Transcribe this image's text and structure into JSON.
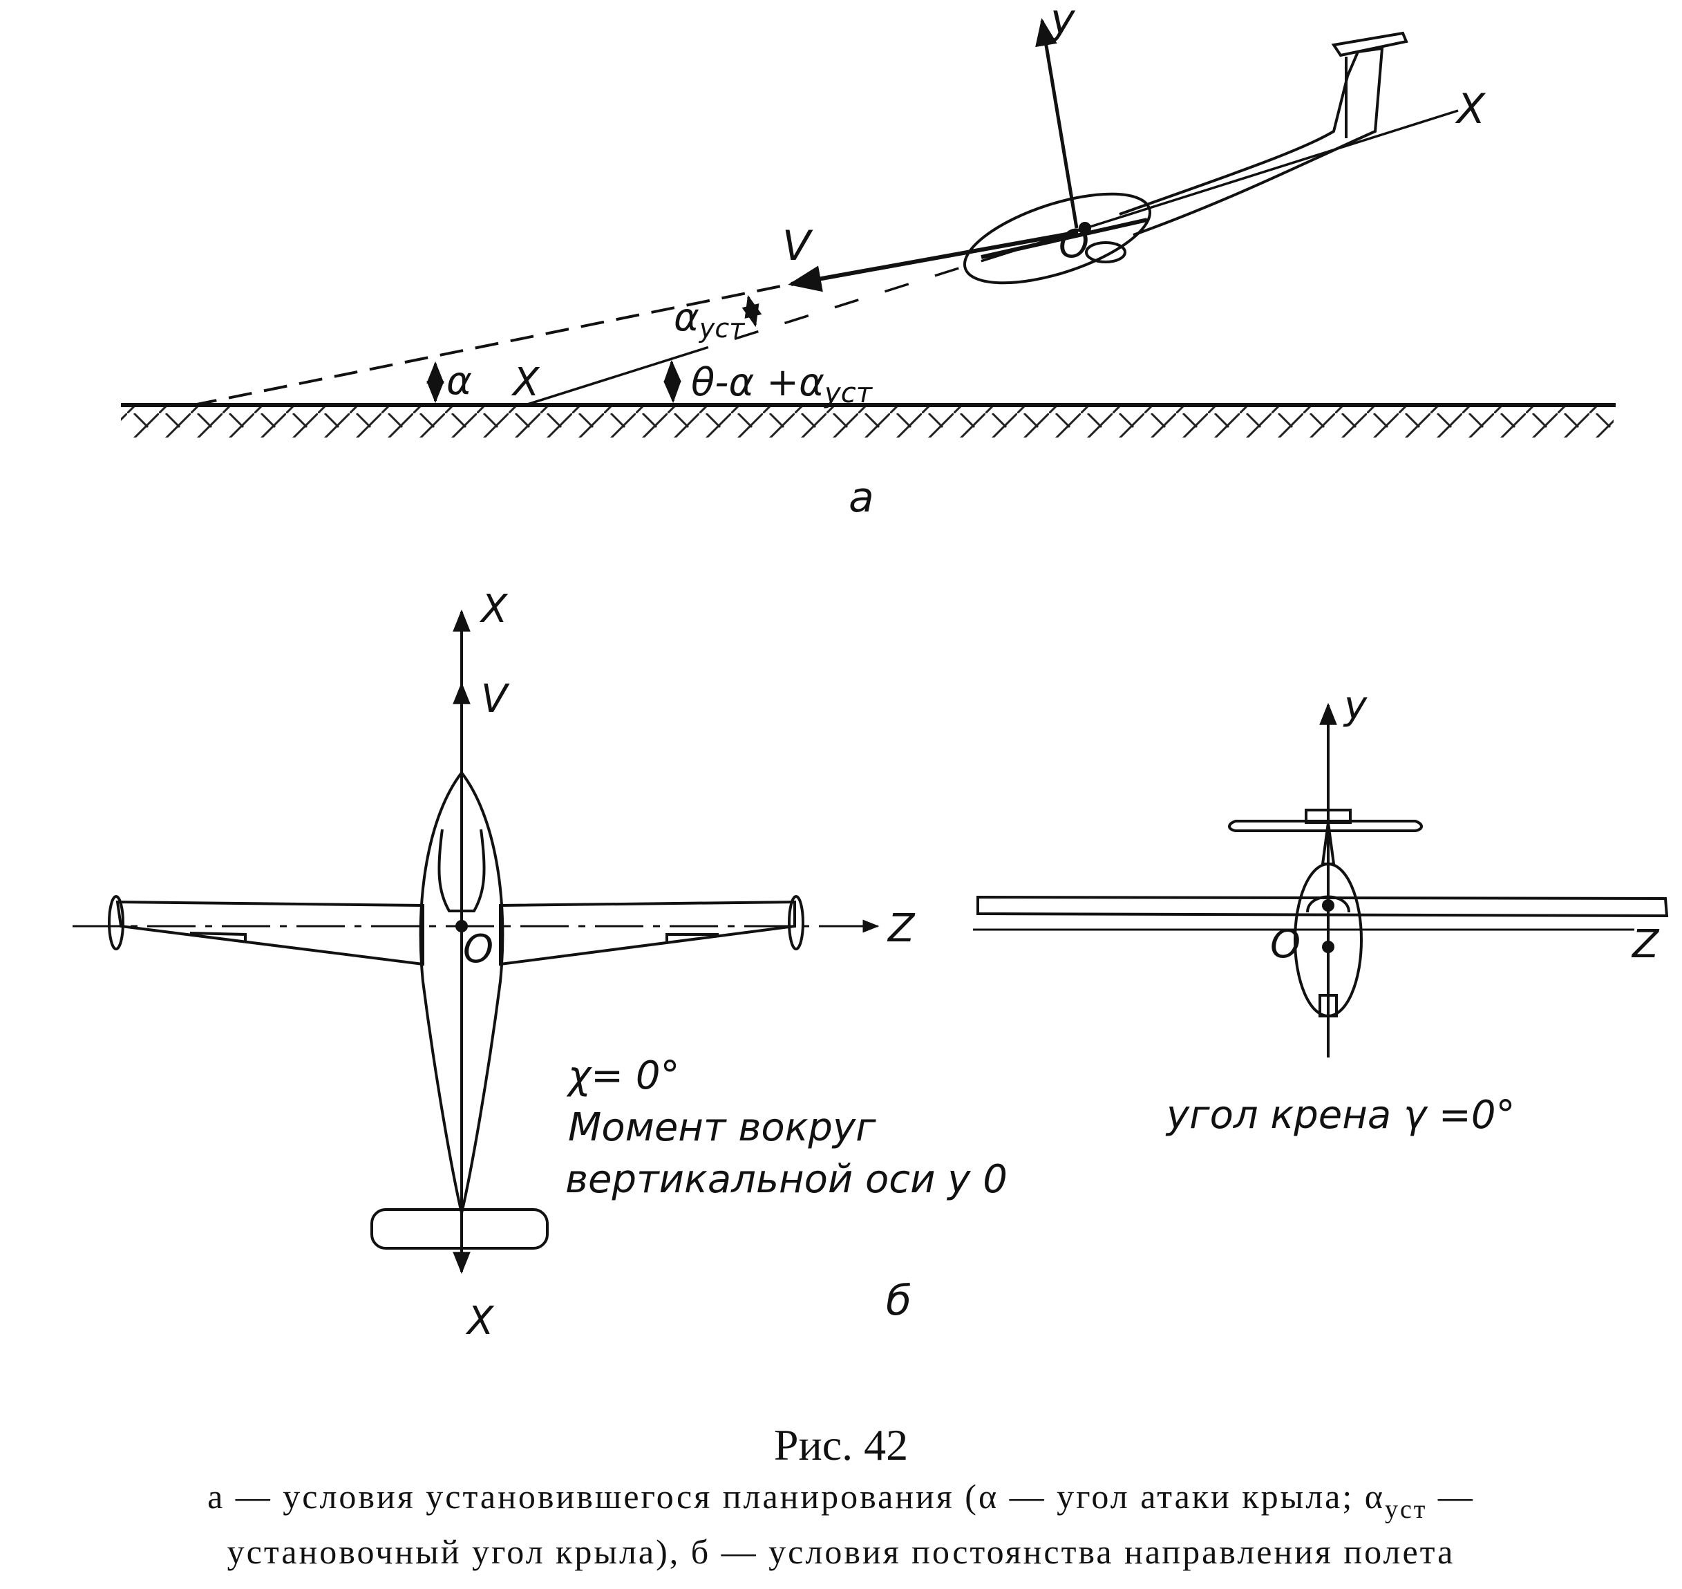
{
  "figure_a": {
    "axis_y": "y",
    "axis_x": "X",
    "axis_x_ground": "X",
    "origin": "O",
    "velocity": "V",
    "angle_alpha": "α",
    "angle_alpha_set": "α",
    "angle_alpha_set_sub": "уст",
    "angle_theta_expr": "θ-α +α",
    "angle_theta_expr_sub": "уст",
    "panel_label": "а"
  },
  "figure_b_top": {
    "axis_x_fwd": "X",
    "velocity": "V",
    "axis_z": "Z",
    "origin": "O",
    "axis_x_back": "X",
    "note_line1": "χ= 0°",
    "note_line2": "Момент вокруг",
    "note_line3": "вертикальной оси у 0"
  },
  "figure_b_front": {
    "axis_y": "y",
    "origin": "O",
    "axis_z": "Z",
    "note": "угол крена γ =0°"
  },
  "panel_b_label": "б",
  "caption": {
    "title": "Рис. 42",
    "line1_a": "а — условия установившегося планирования (α — угол атаки крыла; α",
    "line1_sub": "уст",
    "line1_end": " —",
    "line2": "установочный угол крыла), б — условия постоянства направления полета"
  }
}
